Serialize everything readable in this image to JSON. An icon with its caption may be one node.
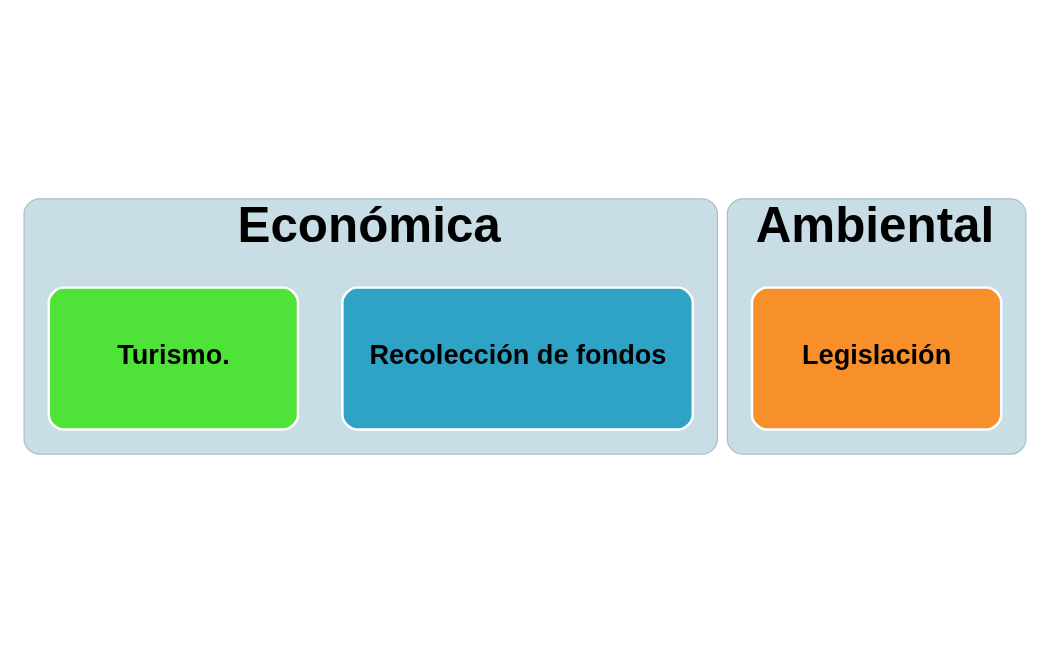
{
  "diagram": {
    "nodes": [
      {
        "text": [
          "Económica"
        ]
      },
      {
        "text": [
          "Recolección de fondos"
        ],
        "in": 0
      },
      {
        "text": [
          "Turismo."
        ],
        "in": 0
      },
      {
        "text": [
          "Ambiental"
        ]
      },
      {
        "text": [
          "Legislación"
        ],
        "in": 3
      }
    ]
  }
}
